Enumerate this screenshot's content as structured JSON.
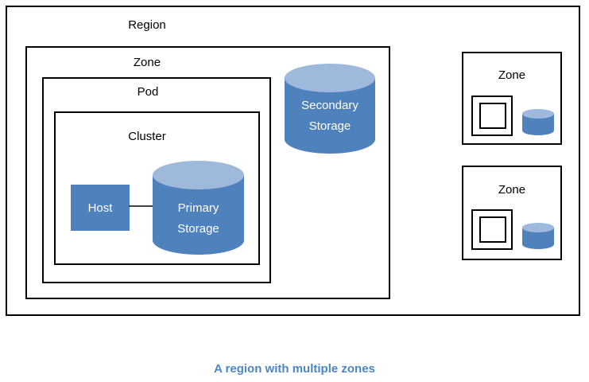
{
  "diagram": {
    "region": {
      "label": "Region"
    },
    "zone": {
      "label": "Zone"
    },
    "pod": {
      "label": "Pod"
    },
    "cluster": {
      "label": "Cluster"
    },
    "host": {
      "label": "Host"
    },
    "primary_storage": {
      "label": "Primary Storage"
    },
    "secondary_storage": {
      "label": "Secondary Storage"
    },
    "right_zones": [
      {
        "label": "Zone",
        "icons": [
          "pod-cluster-icon",
          "storage-cylinder-icon"
        ]
      },
      {
        "label": "Zone",
        "icons": [
          "pod-cluster-icon",
          "storage-cylinder-icon"
        ]
      }
    ],
    "caption": "A region with multiple zones"
  },
  "colors": {
    "cylinder_body": "#4F81BD",
    "cylinder_top": "#9EB9DC",
    "host_fill": "#4F81BD",
    "on_blue_text": "#FFFFFF",
    "box_border": "#000000",
    "caption_text": "#4A86C8",
    "connector": "#404040",
    "background": "#FFFFFF"
  }
}
